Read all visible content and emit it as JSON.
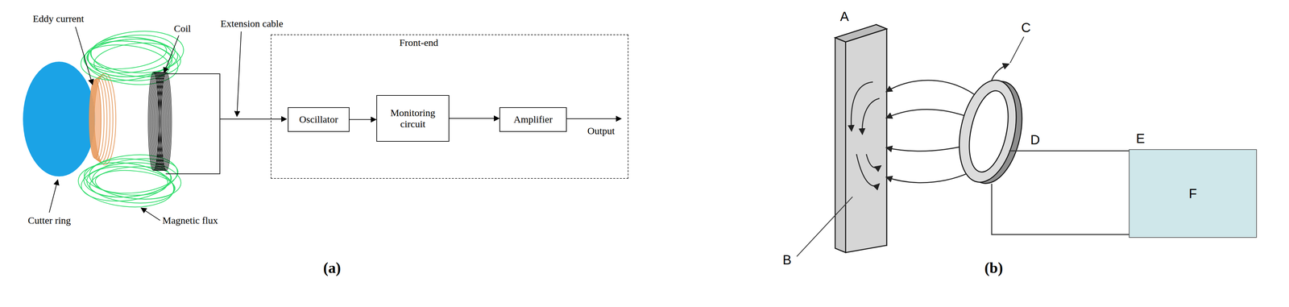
{
  "diagram": {
    "nodes": [
      {
        "text": [
          "Front-end"
        ]
      },
      {
        "text": [
          "Oscillator"
        ],
        "in": 0
      },
      {
        "text": [
          "Monitoring circuit"
        ],
        "in": 0
      },
      {
        "text": [
          "Amplifier"
        ],
        "in": 0
      },
      {
        "text": [
          "F"
        ]
      }
    ],
    "edges": [
      {
        "from": 1,
        "to": 2,
        "arrow": "to"
      },
      {
        "from": 2,
        "to": 3,
        "arrow": "to"
      }
    ],
    "labels": [
      "Eddy current",
      "Coil",
      "Extension cable",
      "Cutter ring",
      "Magnetic flux",
      "Output",
      "(a)",
      "A",
      "B",
      "C",
      "D",
      "E",
      "(b)"
    ]
  }
}
